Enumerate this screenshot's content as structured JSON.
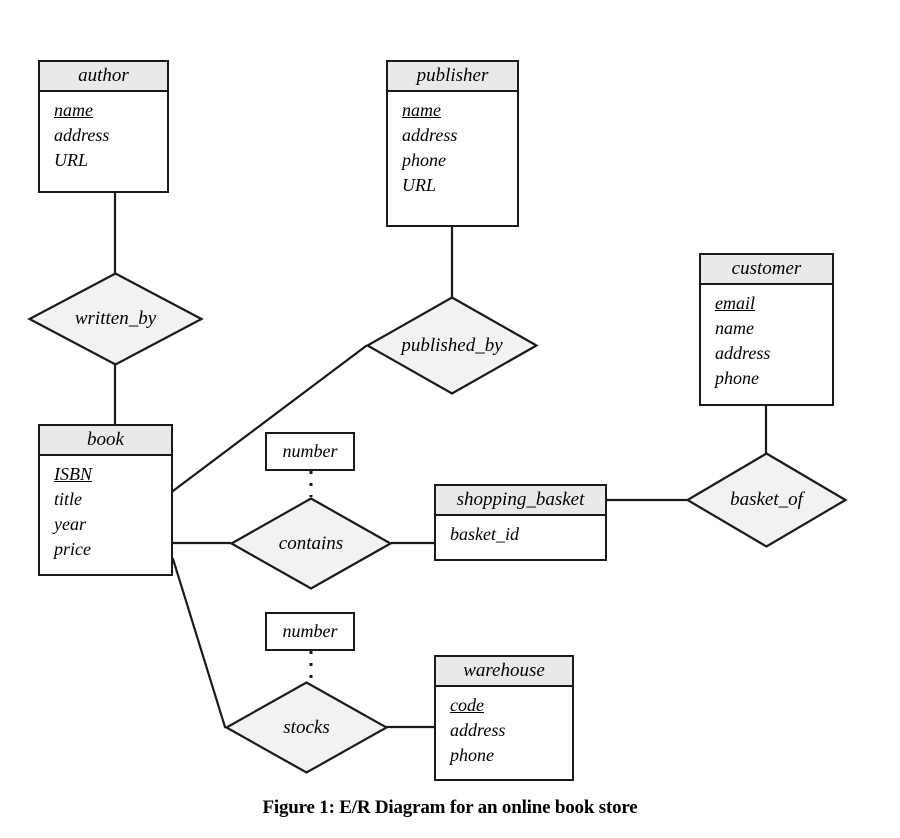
{
  "figure": {
    "caption": "Figure 1: E/R Diagram for an online book store",
    "background_color": "#ffffff",
    "line_color": "#1a1a1a",
    "entity_header_color": "#e9e9e9",
    "relationship_fill_color": "#f2f2f2"
  },
  "entities": [
    {
      "id": "author",
      "name": "author",
      "attributes": [
        {
          "label": "name",
          "key": true
        },
        {
          "label": "address",
          "key": false
        },
        {
          "label": "URL",
          "key": false
        }
      ]
    },
    {
      "id": "publisher",
      "name": "publisher",
      "attributes": [
        {
          "label": "name",
          "key": true
        },
        {
          "label": "address",
          "key": false
        },
        {
          "label": "phone",
          "key": false
        },
        {
          "label": "URL",
          "key": false
        }
      ]
    },
    {
      "id": "customer",
      "name": "customer",
      "attributes": [
        {
          "label": "email",
          "key": true
        },
        {
          "label": "name",
          "key": false
        },
        {
          "label": "address",
          "key": false
        },
        {
          "label": "phone",
          "key": false
        }
      ]
    },
    {
      "id": "book",
      "name": "book",
      "attributes": [
        {
          "label": "ISBN",
          "key": true
        },
        {
          "label": "title",
          "key": false
        },
        {
          "label": "year",
          "key": false
        },
        {
          "label": "price",
          "key": false
        }
      ]
    },
    {
      "id": "shopping_basket",
      "name": "shopping_basket",
      "attributes": [
        {
          "label": "basket_id",
          "key": false
        }
      ]
    },
    {
      "id": "warehouse",
      "name": "warehouse",
      "attributes": [
        {
          "label": "code",
          "key": true
        },
        {
          "label": "address",
          "key": false
        },
        {
          "label": "phone",
          "key": false
        }
      ]
    }
  ],
  "relationships": [
    {
      "id": "written_by",
      "name": "written_by",
      "connects": [
        "author",
        "book"
      ]
    },
    {
      "id": "published_by",
      "name": "published_by",
      "connects": [
        "publisher",
        "book"
      ]
    },
    {
      "id": "contains",
      "name": "contains",
      "connects": [
        "book",
        "shopping_basket"
      ]
    },
    {
      "id": "basket_of",
      "name": "basket_of",
      "connects": [
        "shopping_basket",
        "customer"
      ]
    },
    {
      "id": "stocks",
      "name": "stocks",
      "connects": [
        "book",
        "warehouse"
      ]
    }
  ],
  "relationship_attributes": [
    {
      "id": "contains_number",
      "label": "number",
      "on_relationship": "contains"
    },
    {
      "id": "stocks_number",
      "label": "number",
      "on_relationship": "stocks"
    }
  ]
}
